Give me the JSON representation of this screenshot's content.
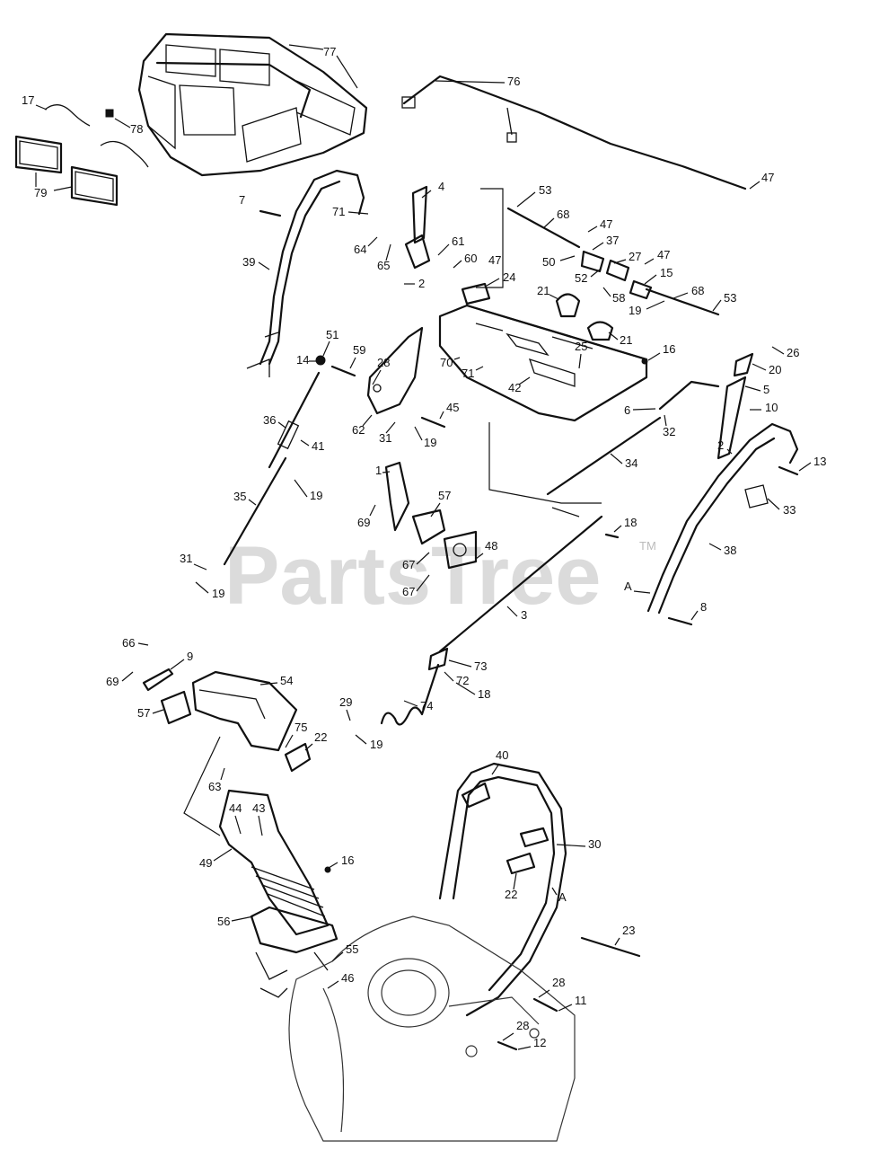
{
  "watermark": {
    "text": "PartsTree",
    "trademark": "TM"
  },
  "labels": {
    "77": "77",
    "76": "76",
    "17": "17",
    "78": "78",
    "79": "79",
    "47": "47",
    "7": "7",
    "4": "4",
    "53": "53",
    "68": "68",
    "39": "39",
    "71": "71",
    "64": "64",
    "65": "65",
    "61": "61",
    "60": "60",
    "2": "2",
    "24": "24",
    "37": "37",
    "50": "50",
    "27": "27",
    "52": "52",
    "15": "15",
    "58": "58",
    "19": "19",
    "21": "21",
    "25": "25",
    "16": "16",
    "26": "26",
    "20": "20",
    "5": "5",
    "51": "51",
    "14": "14",
    "59": "59",
    "28": "28",
    "70": "70",
    "42": "42",
    "6": "6",
    "32": "32",
    "10": "10",
    "13": "13",
    "36": "36",
    "41": "41",
    "62": "62",
    "31": "31",
    "45": "45",
    "34": "34",
    "33": "33",
    "1": "1",
    "57": "57",
    "35": "35",
    "69": "69",
    "18": "18",
    "48": "48",
    "67": "67",
    "38": "38",
    "A": "A",
    "8": "8",
    "3": "3",
    "66": "66",
    "9": "9",
    "54": "54",
    "73": "73",
    "72": "72",
    "29": "29",
    "74": "74",
    "75": "75",
    "22": "22",
    "40": "40",
    "63": "63",
    "44": "44",
    "43": "43",
    "30": "30",
    "49": "49",
    "56": "56",
    "23": "23",
    "55": "55",
    "46": "46",
    "11": "11",
    "12": "12"
  }
}
